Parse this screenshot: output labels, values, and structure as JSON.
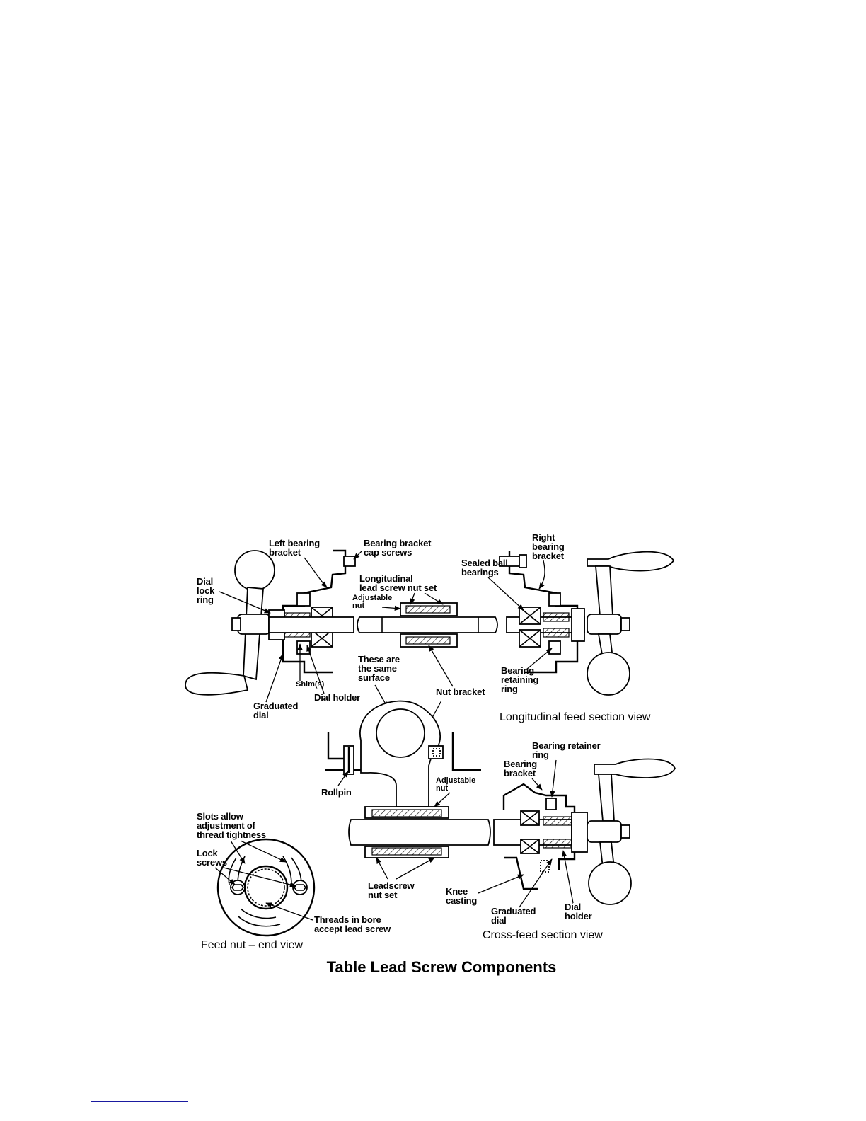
{
  "figure": {
    "caption": "Table Lead Screw Components",
    "views": {
      "longitudinal": "Longitudinal feed section view",
      "crossfeed": "Cross-feed section view",
      "feednut": "Feed nut – end view"
    },
    "labels": {
      "left_bearing_bracket": [
        "Left bearing",
        "bracket"
      ],
      "bearing_bracket_cap_screws": [
        "Bearing bracket",
        "cap screws"
      ],
      "right_bearing_bracket": [
        "Right",
        "bearing",
        "bracket"
      ],
      "sealed_ball_bearings": [
        "Sealed ball",
        "bearings"
      ],
      "dial_lock_ring": [
        "Dial",
        "lock",
        "ring"
      ],
      "longitudinal_nut_set": [
        "Longitudinal",
        "lead screw nut set"
      ],
      "adjustable_nut_top": [
        "Adjustable",
        "nut"
      ],
      "same_surface": [
        "These are",
        "the same",
        "surface"
      ],
      "shims": [
        "Shim(s)"
      ],
      "dial_holder_left": [
        "Dial holder"
      ],
      "graduated_dial_left": [
        "Graduated",
        "dial"
      ],
      "nut_bracket": [
        "Nut bracket"
      ],
      "bearing_retaining_ring": [
        "Bearing",
        "retaining",
        "ring"
      ],
      "bearing_retainer_ring": [
        "Bearing retainer",
        "ring"
      ],
      "bearing_bracket_cross": [
        "Bearing",
        "bracket"
      ],
      "rollpin": [
        "Rollpin"
      ],
      "adjustable_nut_cross": [
        "Adjustable",
        "nut"
      ],
      "slots_allow": [
        "Slots allow",
        "adjustment of",
        "thread tightness"
      ],
      "lock_screws": [
        "Lock",
        "screws"
      ],
      "threads_in_bore": [
        "Threads in bore",
        "accept lead screw"
      ],
      "leadscrew_nut_set": [
        "Leadscrew",
        "nut set"
      ],
      "knee_casting": [
        "Knee",
        "casting"
      ],
      "graduated_dial_cross": [
        "Graduated",
        "dial"
      ],
      "dial_holder_cross": [
        "Dial",
        "holder"
      ]
    }
  }
}
